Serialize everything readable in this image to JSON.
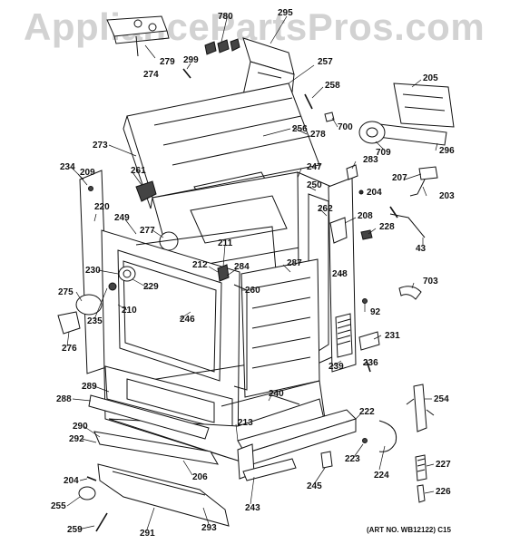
{
  "watermark": "AppliancePartsPros.com",
  "art_number": "(ART NO. WB12122) C15",
  "callouts": [
    "780",
    "295",
    "279",
    "299",
    "274",
    "257",
    "258",
    "205",
    "256",
    "278",
    "700",
    "273",
    "709",
    "296",
    "261",
    "234",
    "209",
    "247",
    "283",
    "250",
    "204",
    "207",
    "203",
    "220",
    "262",
    "208",
    "249",
    "228",
    "277",
    "211",
    "43",
    "212",
    "284",
    "287",
    "248",
    "230",
    "229",
    "260",
    "703",
    "275",
    "210",
    "246",
    "92",
    "235",
    "231",
    "276",
    "239",
    "236",
    "289",
    "240",
    "254",
    "288",
    "222",
    "213",
    "290",
    "292",
    "223",
    "224",
    "227",
    "206",
    "204",
    "245",
    "255",
    "243",
    "226",
    "259",
    "291",
    "293"
  ]
}
